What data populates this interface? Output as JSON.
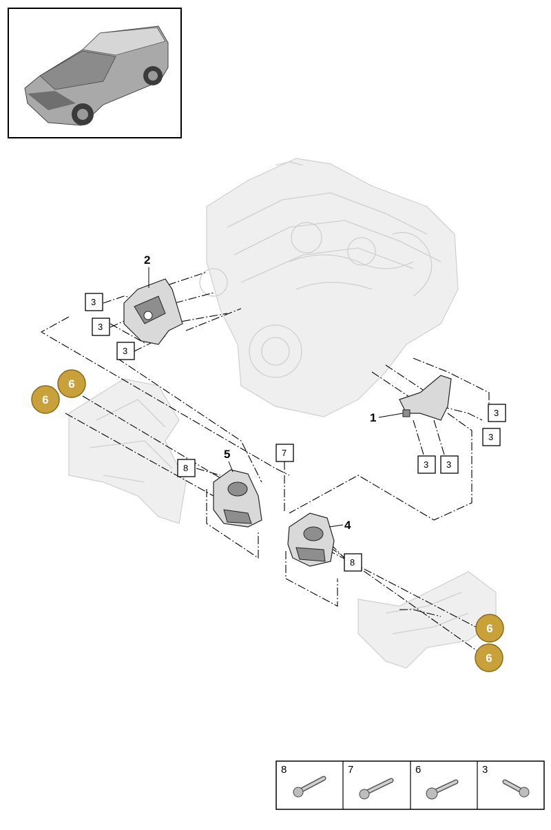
{
  "callouts": {
    "c1": "1",
    "c2": "2",
    "c3": "3",
    "c4": "4",
    "c5": "5",
    "c6": "6",
    "c7": "7",
    "c8": "8"
  },
  "legend": [
    {
      "number": "8"
    },
    {
      "number": "7"
    },
    {
      "number": "6"
    },
    {
      "number": "3"
    }
  ],
  "colors": {
    "highlight_badge": "#c9a13a"
  },
  "icons": {
    "vehicle": "suv-thumbnail-icon",
    "engine": "engine-block-icon",
    "bolts": [
      "bolt-8-icon",
      "bolt-7-icon",
      "bolt-6-icon",
      "bolt-3-icon"
    ]
  }
}
